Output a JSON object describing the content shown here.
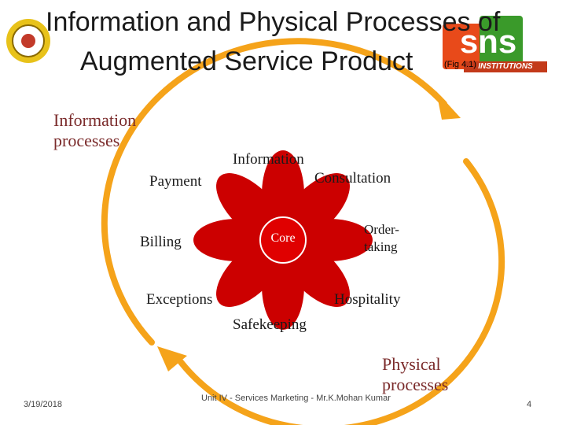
{
  "title": {
    "line1": "Information and Physical Processes of",
    "line2": "Augmented Service Product",
    "fig_ref": "(Fig 4.1)"
  },
  "logo": {
    "brand_text": "sns",
    "sub_text": "INSTITUTIONS"
  },
  "diagram": {
    "core_label": "Core",
    "petals": [
      {
        "label": "Information"
      },
      {
        "label": "Consultation"
      },
      {
        "label_line1": "Order-",
        "label_line2": "taking"
      },
      {
        "label": "Hospitality"
      },
      {
        "label": "Safekeeping"
      },
      {
        "label": "Exceptions"
      },
      {
        "label": "Billing"
      },
      {
        "label": "Payment"
      }
    ],
    "information_processes": {
      "line1": "Information",
      "line2": "processes"
    },
    "physical_processes": {
      "line1": "Physical",
      "line2": "processes"
    },
    "colors": {
      "petal": "#cc0000",
      "core": "#e00000",
      "cycle_arrow": "#f5a31a"
    }
  },
  "footer": {
    "date": "3/19/2018",
    "center": "Unit IV - Services Marketing - Mr.K.Mohan Kumar",
    "page": "4"
  }
}
